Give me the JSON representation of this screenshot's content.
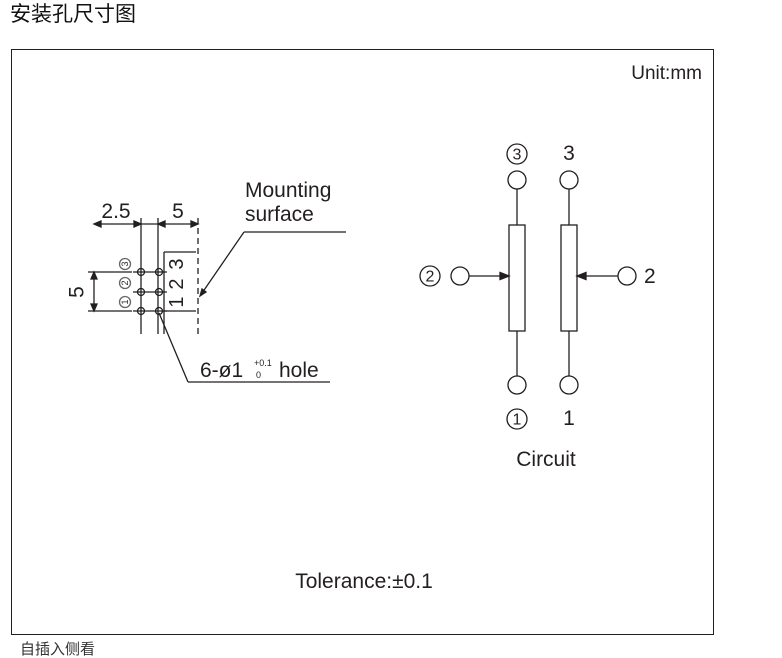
{
  "page": {
    "title": "安装孔尺寸图",
    "footer": "自插入侧看"
  },
  "drawing": {
    "unit_label": "Unit:mm",
    "tolerance_label": "Tolerance:±0.1",
    "mounting": {
      "dim_spacing_x1": "2.5",
      "dim_spacing_x2": "5",
      "dim_spacing_y": "5",
      "surface_label_line1": "Mounting",
      "surface_label_line2": "surface",
      "hole_label_prefix": "6-ø1",
      "hole_tol_upper": "+0.1",
      "hole_tol_lower": "0",
      "hole_label_suffix": "hole",
      "pin_numbers_circled": [
        "1",
        "2",
        "3"
      ],
      "pin_numbers_plain": [
        "1",
        "2",
        "3"
      ]
    },
    "circuit": {
      "label": "Circuit",
      "left_terminals": [
        "3",
        "2",
        "1"
      ],
      "right_terminals": [
        "3",
        "2",
        "1"
      ]
    }
  }
}
